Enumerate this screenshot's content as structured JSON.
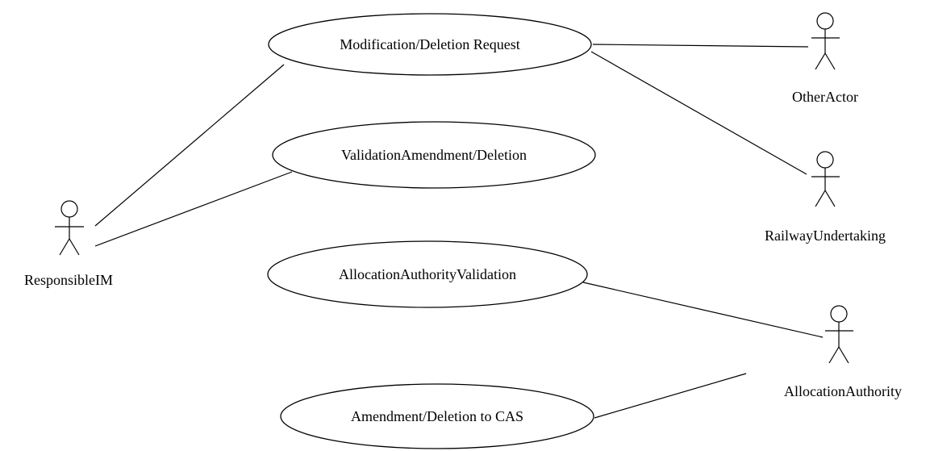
{
  "use_cases": [
    {
      "id": "modification-deletion-request",
      "label": "Modification/Deletion Request"
    },
    {
      "id": "validation-amendment-deletion",
      "label": "ValidationAmendment/Deletion"
    },
    {
      "id": "allocation-authority-validation",
      "label": "AllocationAuthorityValidation"
    },
    {
      "id": "amendment-deletion-to-cas",
      "label": "Amendment/Deletion to CAS"
    }
  ],
  "actors": [
    {
      "id": "responsible-im",
      "label": "ResponsibleIM"
    },
    {
      "id": "other-actor",
      "label": "OtherActor"
    },
    {
      "id": "railway-undertaking",
      "label": "RailwayUndertaking"
    },
    {
      "id": "allocation-authority",
      "label": "AllocationAuthority"
    }
  ],
  "associations": [
    {
      "from": "responsible-im",
      "to": "modification-deletion-request"
    },
    {
      "from": "responsible-im",
      "to": "validation-amendment-deletion"
    },
    {
      "from": "modification-deletion-request",
      "to": "other-actor"
    },
    {
      "from": "modification-deletion-request",
      "to": "railway-undertaking"
    },
    {
      "from": "allocation-authority-validation",
      "to": "allocation-authority"
    },
    {
      "from": "amendment-deletion-to-cas",
      "to": "allocation-authority"
    }
  ]
}
